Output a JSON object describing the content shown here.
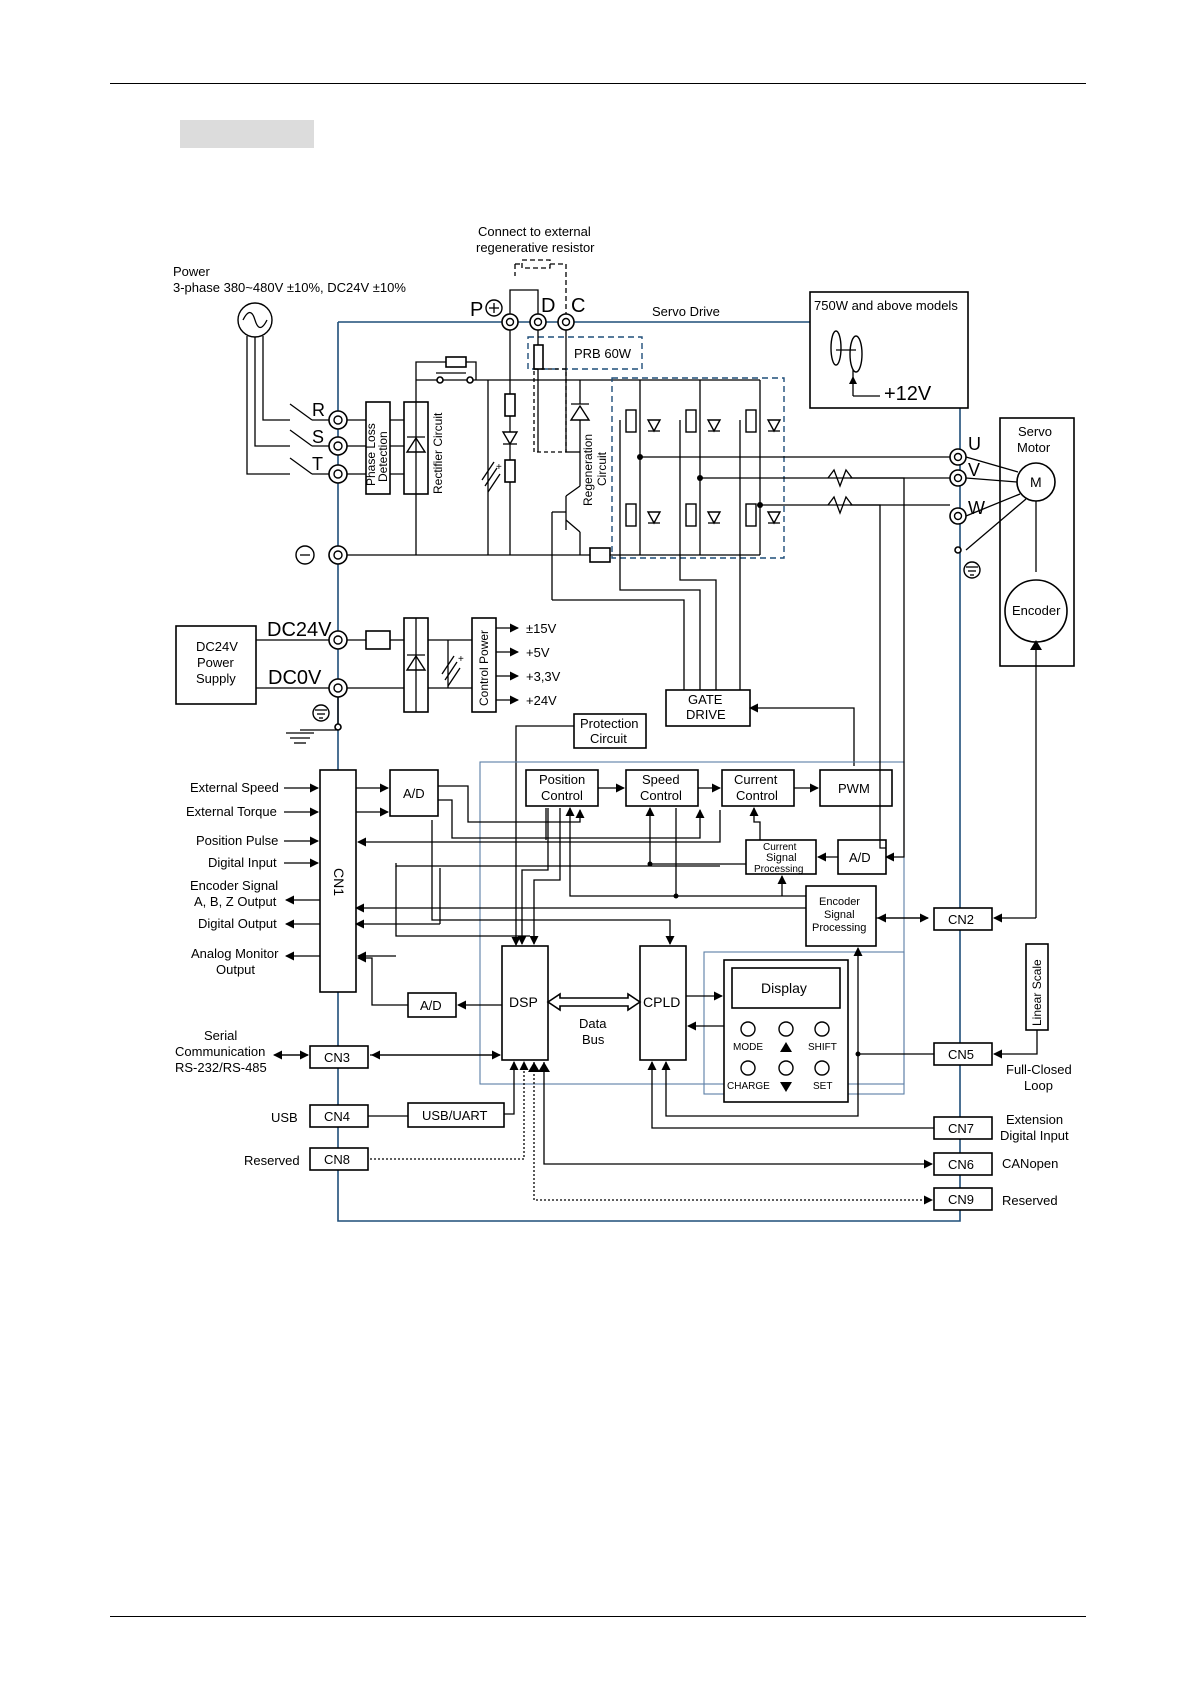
{
  "power": {
    "title": "Power",
    "spec": "3-phase 380~480V ±10%, DC24V ±10%",
    "phases": [
      "R",
      "S",
      "T"
    ]
  },
  "external_resistor": {
    "line1": "Connect to external",
    "line2": "regenerative resistor"
  },
  "terminals": {
    "p": "P",
    "d": "D",
    "c": "C"
  },
  "servo_drive_label": "Servo Drive",
  "fan_box": {
    "title": "750W and above models",
    "voltage": "+12V"
  },
  "prb_label": "PRB 60W",
  "phase_loss": {
    "line1": "Phase Loss",
    "line2": "Detection"
  },
  "rectifier_label": "Rectifier Circuit",
  "regeneration": {
    "line1": "Regeneration",
    "line2": "Circuit"
  },
  "motor": {
    "title_line1": "Servo",
    "title_line2": "Motor",
    "symbol": "M",
    "phases": [
      "U",
      "V",
      "W"
    ],
    "encoder": "Encoder"
  },
  "dc_supply": {
    "box_line1": "DC24V",
    "box_line2": "Power",
    "box_line3": "Supply",
    "plus_label": "DC24V",
    "zero_label": "DC0V"
  },
  "control_power": {
    "label": "Control Power",
    "outputs": [
      "±15V",
      "+5V",
      "+3,3V",
      "+24V"
    ]
  },
  "gate_drive": {
    "line1": "GATE",
    "line2": "DRIVE"
  },
  "protection": {
    "line1": "Protection",
    "line2": "Circuit"
  },
  "cn1_inputs": {
    "external_speed": "External Speed",
    "external_torque": "External Torque",
    "position_pulse": "Position Pulse",
    "digital_input": "Digital Input",
    "encoder_signal_line1": "Encoder Signal",
    "encoder_signal_line2": "A, B, Z Output",
    "digital_output": "Digital Output",
    "analog_monitor_line1": "Analog Monitor",
    "analog_monitor_line2": "Output"
  },
  "blocks": {
    "cn1": "CN1",
    "ad": "A/D",
    "position_control_line1": "Position",
    "position_control_line2": "Control",
    "speed_control_line1": "Speed",
    "speed_control_line2": "Control",
    "current_control_line1": "Current",
    "current_control_line2": "Control",
    "pwm": "PWM",
    "current_signal_line1": "Current",
    "current_signal_line2": "Signal",
    "current_signal_line3": "Processing",
    "encoder_signal_line1": "Encoder",
    "encoder_signal_line2": "Signal",
    "encoder_signal_line3": "Processing",
    "dsp": "DSP",
    "cpld": "CPLD",
    "data_bus_line1": "Data",
    "data_bus_line2": "Bus",
    "usb_uart": "USB/UART"
  },
  "display_panel": {
    "display": "Display",
    "mode": "MODE",
    "shift": "SHIFT",
    "charge": "CHARGE",
    "set": "SET"
  },
  "connectors": {
    "cn2": "CN2",
    "cn3": "CN3",
    "cn4": "CN4",
    "cn5": "CN5",
    "cn6": "CN6",
    "cn7": "CN7",
    "cn8": "CN8",
    "cn9": "CN9"
  },
  "connector_labels": {
    "serial_line1": "Serial",
    "serial_line2": "Communication",
    "serial_line3": "RS-232/RS-485",
    "usb": "USB",
    "reserved_left": "Reserved",
    "linear_scale": "Linear Scale",
    "full_closed_line1": "Full-Closed",
    "full_closed_line2": "Loop",
    "extension_line1": "Extension",
    "extension_line2": "Digital Input",
    "canopen": "CANopen",
    "reserved_right": "Reserved"
  }
}
